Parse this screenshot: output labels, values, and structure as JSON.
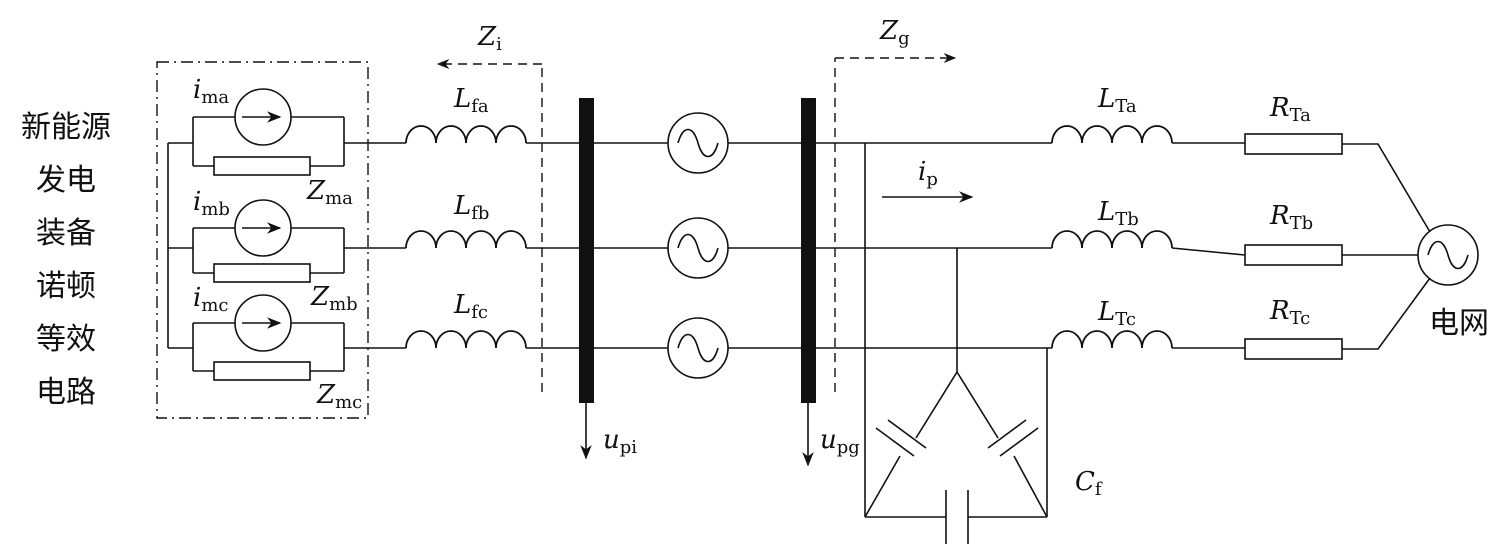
{
  "left_label": {
    "lines": [
      "新能源",
      "发电",
      "装备",
      "诺顿",
      "等效",
      "电路"
    ]
  },
  "grid_label": "电网",
  "impedance_in": {
    "main": "Z",
    "sub": "i"
  },
  "impedance_grid": {
    "main": "Z",
    "sub": "g"
  },
  "sources": [
    {
      "main": "i",
      "sub": "ma"
    },
    {
      "main": "i",
      "sub": "mb"
    },
    {
      "main": "i",
      "sub": "mc"
    }
  ],
  "source_impedances": [
    {
      "main": "Z",
      "sub": "ma"
    },
    {
      "main": "Z",
      "sub": "mb"
    },
    {
      "main": "Z",
      "sub": "mc"
    }
  ],
  "filter_inductors": [
    {
      "main": "L",
      "sub": "fa"
    },
    {
      "main": "L",
      "sub": "fb"
    },
    {
      "main": "L",
      "sub": "fc"
    }
  ],
  "voltages": [
    {
      "main": "u",
      "sub": "pi"
    },
    {
      "main": "u",
      "sub": "pg"
    }
  ],
  "current_p": {
    "main": "i",
    "sub": "p"
  },
  "grid_inductors": [
    {
      "main": "L",
      "sub": "Ta"
    },
    {
      "main": "L",
      "sub": "Tb"
    },
    {
      "main": "L",
      "sub": "Tc"
    }
  ],
  "grid_resistors": [
    {
      "main": "R",
      "sub": "Ta"
    },
    {
      "main": "R",
      "sub": "Tb"
    },
    {
      "main": "R",
      "sub": "Tc"
    }
  ],
  "capacitor": {
    "main": "C",
    "sub": "f"
  }
}
